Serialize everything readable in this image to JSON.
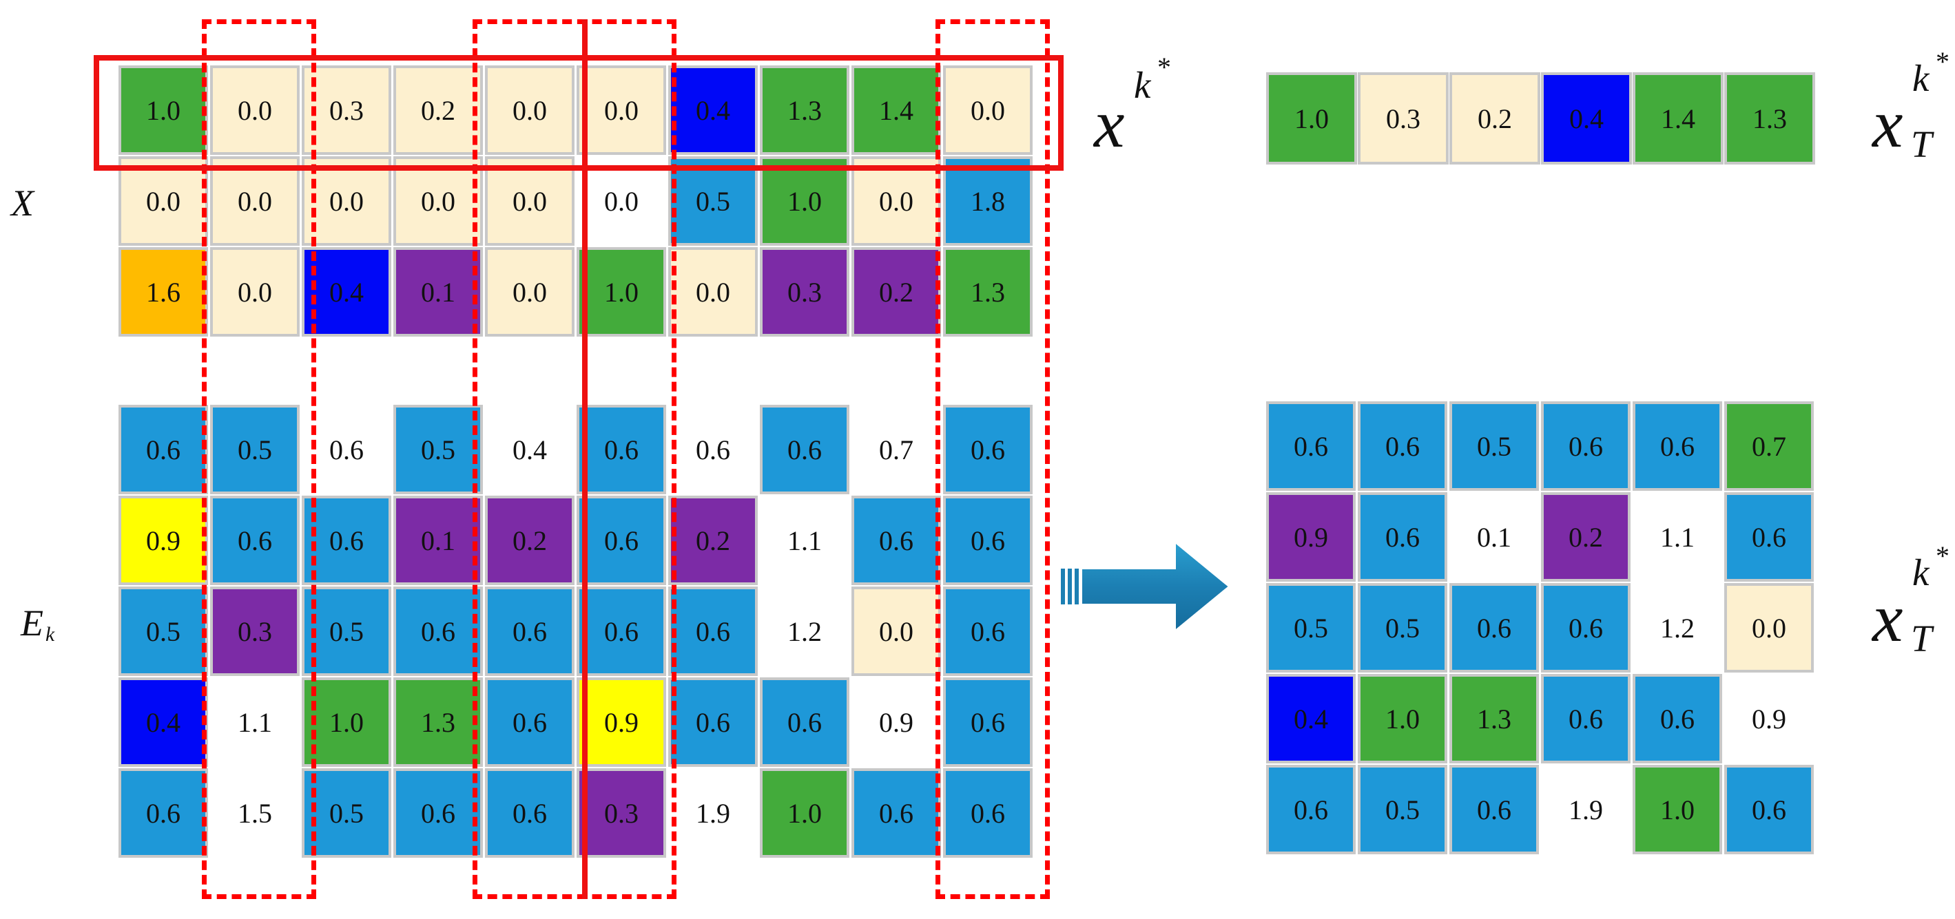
{
  "colors": {
    "Y": "#fdf0cf",
    "G": "#43ab3b",
    "B": "#0008f7",
    "C": "#1e98d8",
    "P": "#7c2ba6",
    "O": "#ffbb00",
    "L": "#ffff00",
    "W": "#ffffff"
  },
  "labels": {
    "x_k_star_main": "x",
    "x_k_star_sup": "k",
    "x_k_star_star": "*",
    "X": "X",
    "E_k_main": "E",
    "E_k_sub": "k",
    "xT_top_main": "x",
    "xT_top_sup": "k",
    "xT_top_star": "*",
    "xT_top_sub": "T",
    "xT_bottom_main": "x",
    "xT_bottom_sup": "k",
    "xT_bottom_star": "*",
    "xT_bottom_sub": "T"
  },
  "matrix_X": {
    "values": [
      [
        "1.0",
        "0.0",
        "0.3",
        "0.2",
        "0.0",
        "0.0",
        "0.4",
        "1.3",
        "1.4",
        "0.0"
      ],
      [
        "0.0",
        "0.0",
        "0.0",
        "0.0",
        "0.0",
        "0.0",
        "0.5",
        "1.0",
        "0.0",
        "1.8"
      ],
      [
        "1.6",
        "0.0",
        "0.4",
        "0.1",
        "0.0",
        "1.0",
        "0.0",
        "0.3",
        "0.2",
        "1.3"
      ]
    ],
    "colors": [
      [
        "G",
        "Y",
        "Y",
        "Y",
        "Y",
        "Y",
        "B",
        "G",
        "G",
        "Y"
      ],
      [
        "Y",
        "Y",
        "Y",
        "Y",
        "Y",
        "W",
        "C",
        "G",
        "Y",
        "C"
      ],
      [
        "O",
        "Y",
        "B",
        "P",
        "Y",
        "G",
        "Y",
        "P",
        "P",
        "G"
      ]
    ]
  },
  "matrix_Ek": {
    "values": [
      [
        "0.6",
        "0.5",
        "0.6",
        "0.5",
        "0.4",
        "0.6",
        "0.6",
        "0.6",
        "0.7",
        "0.6"
      ],
      [
        "0.9",
        "0.6",
        "0.6",
        "0.1",
        "0.2",
        "0.6",
        "0.2",
        "1.1",
        "0.6",
        "0.6"
      ],
      [
        "0.5",
        "0.3",
        "0.5",
        "0.6",
        "0.6",
        "0.6",
        "0.6",
        "1.2",
        "0.0",
        "0.6"
      ],
      [
        "0.4",
        "1.1",
        "1.0",
        "1.3",
        "0.6",
        "0.9",
        "0.6",
        "0.6",
        "0.9",
        "0.6"
      ],
      [
        "0.6",
        "1.5",
        "0.5",
        "0.6",
        "0.6",
        "0.3",
        "1.9",
        "1.0",
        "0.6",
        "0.6"
      ]
    ],
    "colors": [
      [
        "C",
        "C",
        "W",
        "C",
        "W",
        "C",
        "W",
        "C",
        "W",
        "C"
      ],
      [
        "L",
        "C",
        "C",
        "P",
        "P",
        "C",
        "P",
        "W",
        "C",
        "C"
      ],
      [
        "C",
        "P",
        "C",
        "C",
        "C",
        "C",
        "C",
        "W",
        "Y",
        "C"
      ],
      [
        "B",
        "W",
        "G",
        "G",
        "C",
        "L",
        "C",
        "C",
        "W",
        "C"
      ],
      [
        "C",
        "W",
        "C",
        "C",
        "C",
        "P",
        "W",
        "G",
        "C",
        "C"
      ]
    ]
  },
  "vector_xT": {
    "values": [
      "1.0",
      "0.3",
      "0.2",
      "0.4",
      "1.4",
      "1.3"
    ],
    "colors": [
      "G",
      "Y",
      "Y",
      "B",
      "G",
      "G"
    ]
  },
  "matrix_xT": {
    "values": [
      [
        "0.6",
        "0.6",
        "0.5",
        "0.6",
        "0.6",
        "0.7"
      ],
      [
        "0.9",
        "0.6",
        "0.1",
        "0.2",
        "1.1",
        "0.6"
      ],
      [
        "0.5",
        "0.5",
        "0.6",
        "0.6",
        "1.2",
        "0.0"
      ],
      [
        "0.4",
        "1.0",
        "1.3",
        "0.6",
        "0.6",
        "0.9"
      ],
      [
        "0.6",
        "0.5",
        "0.6",
        "1.9",
        "1.0",
        "0.6"
      ]
    ],
    "colors": [
      [
        "C",
        "C",
        "C",
        "C",
        "C",
        "G"
      ],
      [
        "P",
        "C",
        "W",
        "P",
        "W",
        "C"
      ],
      [
        "C",
        "C",
        "C",
        "C",
        "W",
        "Y"
      ],
      [
        "B",
        "G",
        "G",
        "C",
        "C",
        "W"
      ],
      [
        "C",
        "C",
        "C",
        "W",
        "G",
        "C"
      ]
    ]
  }
}
